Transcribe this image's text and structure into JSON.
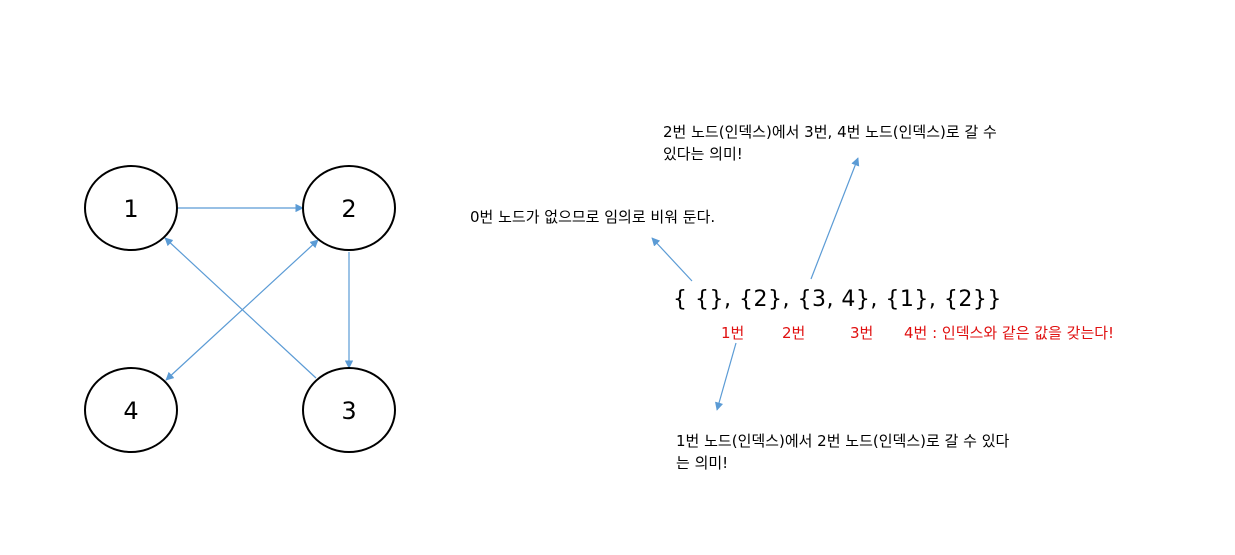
{
  "graph": {
    "nodes": [
      "1",
      "2",
      "3",
      "4"
    ],
    "edges": [
      {
        "from": "1",
        "to": "2"
      },
      {
        "from": "2",
        "to": "3"
      },
      {
        "from": "3",
        "to": "1"
      },
      {
        "from": "2",
        "to": "4"
      },
      {
        "from": "4",
        "to": "2"
      }
    ]
  },
  "adjacency_list_text": "{ {}, {2}, {3, 4}, {1}, {2}}",
  "index_labels": {
    "idx1": "1번",
    "idx2": "2번",
    "idx3": "3번",
    "idx4": "4번 : 인덱스와 같은 값을 갖는다!"
  },
  "notes": {
    "top_line1": "2번 노드(인덱스)에서 3번, 4번 노드(인덱스)로 갈 수",
    "top_line2": "있다는 의미!",
    "middle": "0번 노드가 없으므로 임의로 비워 둔다.",
    "bottom_line1": "1번 노드(인덱스)에서 2번 노드(인덱스)로 갈 수 있다",
    "bottom_line2": "는 의미!"
  },
  "colors": {
    "arrow": "#5b9bd5",
    "highlight": "#e01010",
    "node_stroke": "#000000"
  }
}
